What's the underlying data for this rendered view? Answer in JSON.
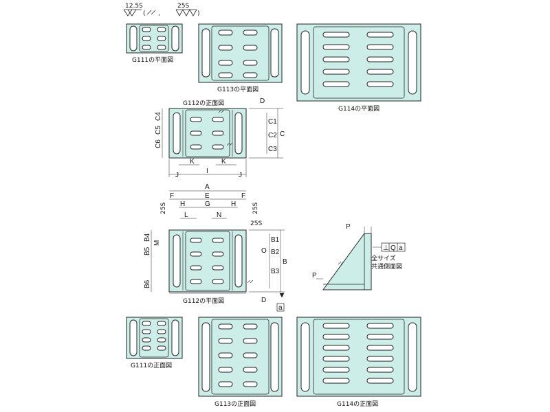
{
  "colors": {
    "plate": "#cdeee8",
    "line": "#222222",
    "slot": "#ffffff"
  },
  "surface": {
    "rough": "12.5S",
    "fine": "25S"
  },
  "views": {
    "g111_plan": "G111の平面図",
    "g113_plan": "G113の平面図",
    "g114_plan": "G114の平面図",
    "g112_front": "G112の正面図",
    "g112_plan": "G112の平面図",
    "g111_front": "G111の正面図",
    "g113_front": "G113の正面図",
    "g114_front": "G114の正面図"
  },
  "dims": {
    "A": "A",
    "B": "B",
    "C": "C",
    "D": "D",
    "E": "E",
    "F": "F",
    "G": "G",
    "H": "H",
    "I": "I",
    "J": "J",
    "K": "K",
    "L": "L",
    "M": "M",
    "N": "N",
    "O": "O",
    "P": "P",
    "Q": "Q",
    "B1": "B1",
    "B2": "B2",
    "B3": "B3",
    "B4": "B4",
    "B5": "B5",
    "B6": "B6",
    "C1": "C1",
    "C2": "C2",
    "C3": "C3",
    "C4": "C4",
    "C5": "C5",
    "C6": "C6",
    "ref_a": "a"
  },
  "side_view": {
    "label_line1": "全サイズ",
    "label_line2": "共通側面図",
    "tolerance_symbol": "⊥",
    "tolerance_value": "Q",
    "datum": "a"
  }
}
